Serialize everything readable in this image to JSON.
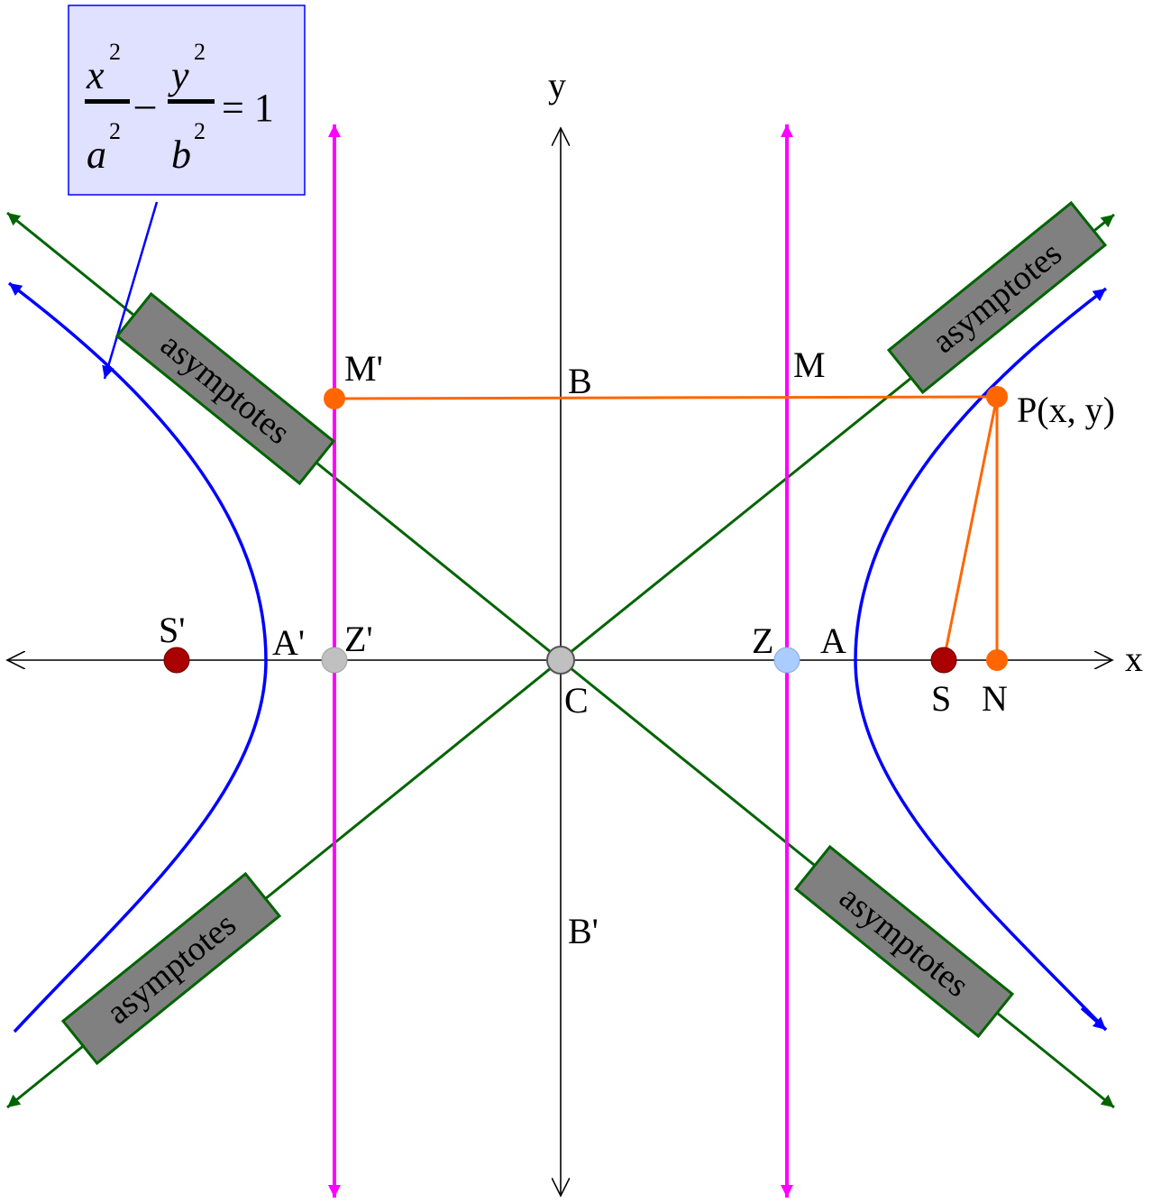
{
  "equation": {
    "x": "x",
    "a": "a",
    "y": "y",
    "b": "b",
    "exp": "2",
    "minus": "–",
    "rhs": "= 1"
  },
  "axes": {
    "x_label": "x",
    "y_label": "y"
  },
  "points": {
    "S_prime": "S'",
    "A_prime": "A'",
    "Z_prime": "Z'",
    "C": "C",
    "Z": "Z",
    "A": "A",
    "S": "S",
    "N": "N",
    "M_prime": "M'",
    "B": "B",
    "M": "M",
    "P": "P(x, y)",
    "B_prime": "B'"
  },
  "asymptote_label": "asymptotes",
  "colors": {
    "hyperbola": "#0000ff",
    "asymptote": "#006400",
    "directrix": "#ff00ff",
    "construction": "#ff6600",
    "focus": "#aa0000",
    "center": "#c0c0c0",
    "label_box": "#808080",
    "equation_box": "#e0e0ff"
  }
}
